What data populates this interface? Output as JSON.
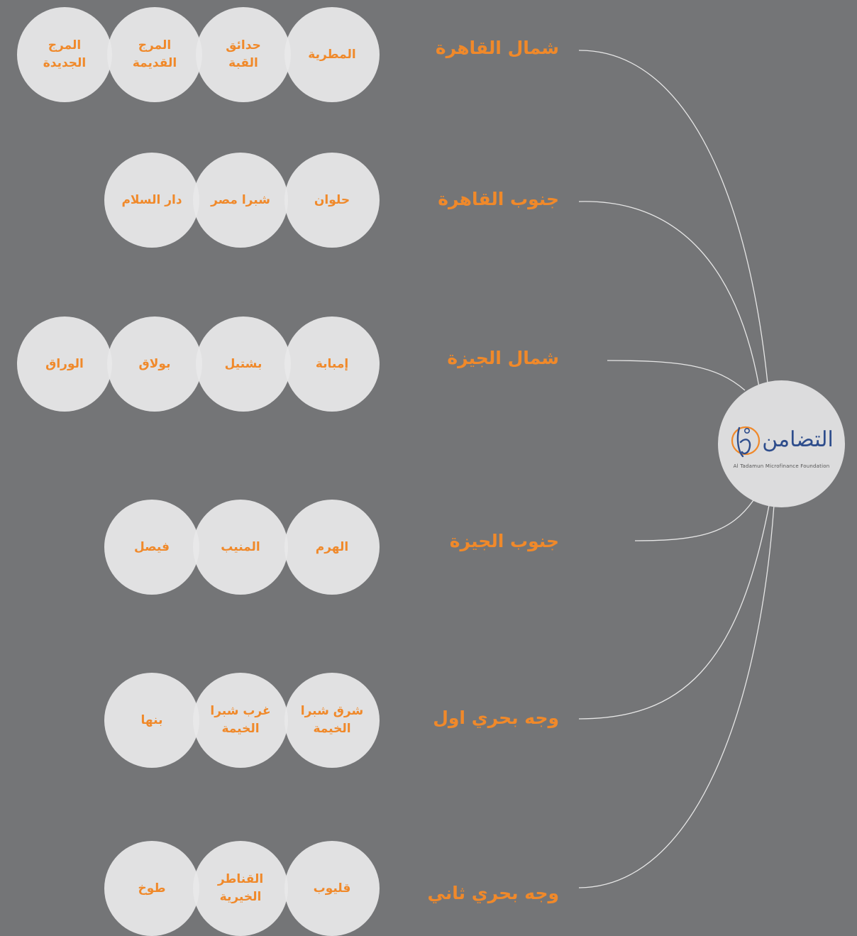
{
  "colors": {
    "background": "#747577",
    "accent": "#f0892a",
    "bubble": "#e8e8e9",
    "connector": "#e6e6e6",
    "logo_blue": "#2e4d8c"
  },
  "hub": {
    "logo_text": "التضامن",
    "logo_subtitle": "Al Tadamun Microfinance Foundation"
  },
  "regions": [
    {
      "label": "شمال القاهرة",
      "areas": [
        "المطرية",
        "حدائق القبة",
        "المرج القديمة",
        "المرج الجديدة"
      ]
    },
    {
      "label": "جنوب القاهرة",
      "areas": [
        "حلوان",
        "شبرا مصر",
        "دار السلام"
      ]
    },
    {
      "label": "شمال الجيزة",
      "areas": [
        "إمبابة",
        "بشتيل",
        "بولاق",
        "الوراق"
      ]
    },
    {
      "label": "جنوب الجيزة",
      "areas": [
        "الهرم",
        "المنيب",
        "فيصل"
      ]
    },
    {
      "label": "وجه بحري اول",
      "areas": [
        "شرق شبرا الخيمة",
        "غرب شبرا الخيمة",
        "بنها"
      ]
    },
    {
      "label": "وجه بحري ثاني",
      "areas": [
        "قليوب",
        "القناطر الخيرية",
        "طوخ"
      ]
    }
  ]
}
